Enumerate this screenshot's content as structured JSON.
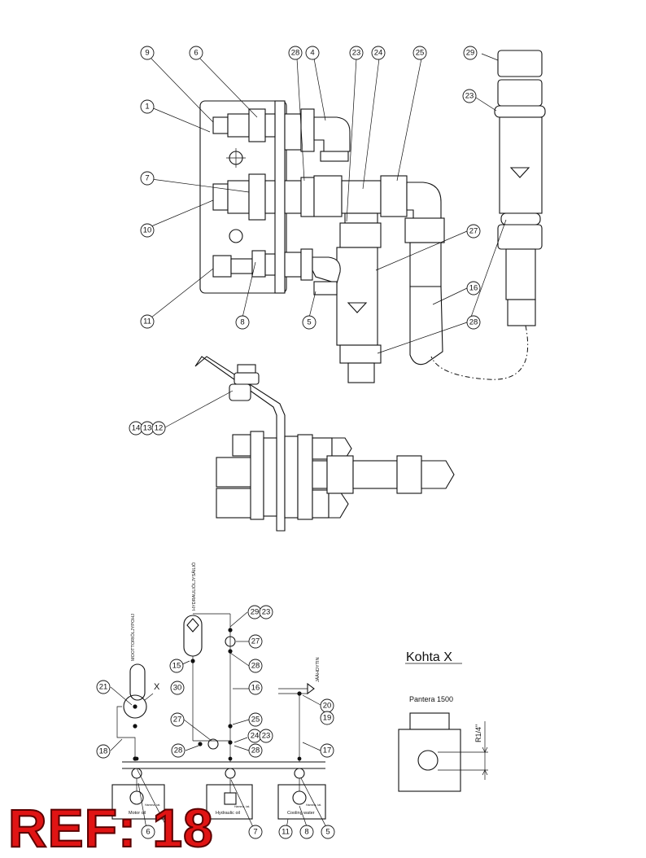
{
  "callouts_top": [
    {
      "id": "c9",
      "label": "9"
    },
    {
      "id": "c6",
      "label": "6"
    },
    {
      "id": "c28a",
      "label": "28"
    },
    {
      "id": "c4",
      "label": "4"
    },
    {
      "id": "c23a",
      "label": "23"
    },
    {
      "id": "c24",
      "label": "24"
    },
    {
      "id": "c25",
      "label": "25"
    },
    {
      "id": "c29",
      "label": "29"
    },
    {
      "id": "c1",
      "label": "1"
    },
    {
      "id": "c23b",
      "label": "23"
    },
    {
      "id": "c7",
      "label": "7"
    },
    {
      "id": "c10",
      "label": "10"
    },
    {
      "id": "c27",
      "label": "27"
    },
    {
      "id": "c16",
      "label": "16"
    },
    {
      "id": "c11",
      "label": "11"
    },
    {
      "id": "c8",
      "label": "8"
    },
    {
      "id": "c5",
      "label": "5"
    },
    {
      "id": "c28b",
      "label": "28"
    },
    {
      "id": "c14",
      "label": "14"
    },
    {
      "id": "c13",
      "label": "13"
    },
    {
      "id": "c12",
      "label": "12"
    }
  ],
  "callouts_schematic": [
    {
      "id": "s29",
      "label": "29"
    },
    {
      "id": "s23",
      "label": "23"
    },
    {
      "id": "s27a",
      "label": "27"
    },
    {
      "id": "s15",
      "label": "15"
    },
    {
      "id": "s28a",
      "label": "28"
    },
    {
      "id": "s21",
      "label": "21"
    },
    {
      "id": "s30",
      "label": "30"
    },
    {
      "id": "s16",
      "label": "16"
    },
    {
      "id": "s20",
      "label": "20"
    },
    {
      "id": "s19",
      "label": "19"
    },
    {
      "id": "s18",
      "label": "18"
    },
    {
      "id": "s27b",
      "label": "27"
    },
    {
      "id": "s25",
      "label": "25"
    },
    {
      "id": "s28b",
      "label": "28"
    },
    {
      "id": "s24",
      "label": "24"
    },
    {
      "id": "s23b",
      "label": "23"
    },
    {
      "id": "s28c",
      "label": "28"
    },
    {
      "id": "s17",
      "label": "17"
    },
    {
      "id": "s6",
      "label": "6"
    },
    {
      "id": "s7",
      "label": "7"
    },
    {
      "id": "s11",
      "label": "11"
    },
    {
      "id": "s8",
      "label": "8"
    },
    {
      "id": "s5",
      "label": "5"
    }
  ],
  "schematic": {
    "x_marker": "X",
    "label_motor_tank": "MOOTTORIÖLJYPOHJ",
    "label_hydraulic_tank": "HYDRAULIÖLJYSÄILIÖ",
    "label_coolant": "JÄÄHDYTIN",
    "box_motor_label": "Motor oil",
    "box_hydraulic_label": "Hydraulic oil",
    "box_cooling_label": "Cooling water",
    "box_small_text": "Hamma- tat."
  },
  "detail_x": {
    "title": "Kohta X",
    "subtitle": "Pantera 1500",
    "thread_label": "R1/4\""
  },
  "ref_stamp": "REF: 18"
}
